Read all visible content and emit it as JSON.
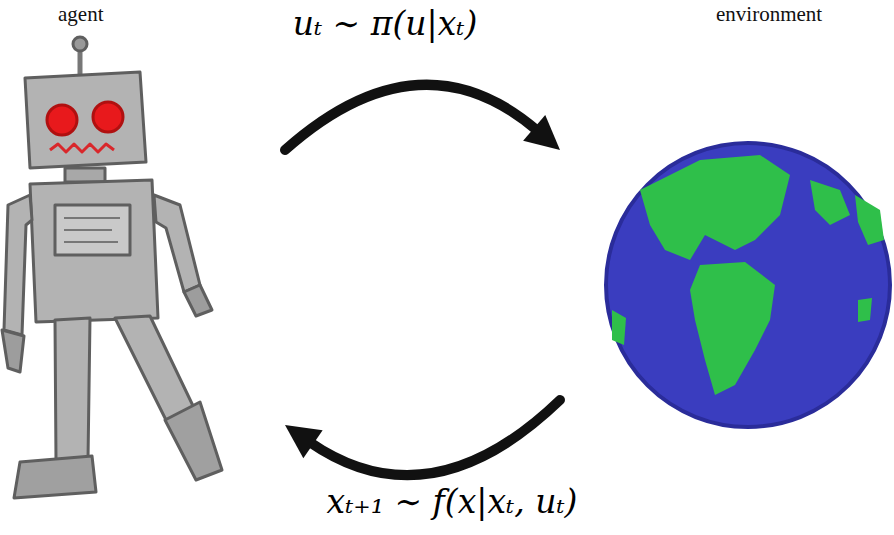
{
  "diagram": {
    "nodes": [
      {
        "text": [
          "agent"
        ]
      },
      {
        "text": [
          "environment"
        ]
      }
    ],
    "edges": [
      {
        "from": 0,
        "to": 1,
        "arrow": "to",
        "label": "uₜ ∼ π(u|xₜ)"
      },
      {
        "from": 1,
        "to": 0,
        "arrow": "to",
        "label": "xₜ₊₁ ∼ f(x|xₜ, uₜ)"
      }
    ]
  }
}
